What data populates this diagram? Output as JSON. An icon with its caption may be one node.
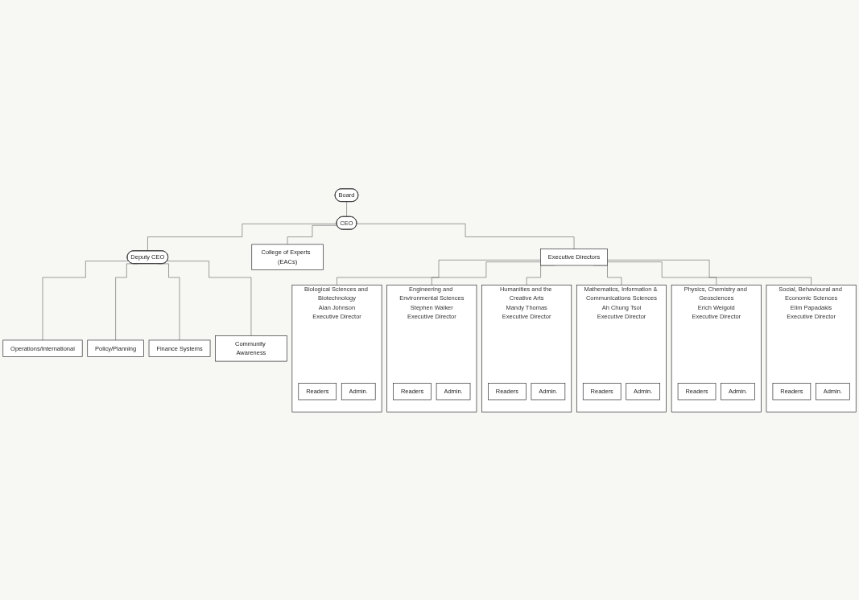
{
  "diagram": {
    "nodes": [
      {
        "text": [
          "Board"
        ]
      },
      {
        "text": [
          "CEO"
        ]
      },
      {
        "text": [
          "Deputy CEO"
        ]
      },
      {
        "text": [
          "Operations/International"
        ]
      },
      {
        "text": [
          "Policy/Planning"
        ]
      },
      {
        "text": [
          "Finance Systems"
        ]
      },
      {
        "text": [
          "Community Awareness"
        ]
      },
      {
        "text": [
          "College of Experts  (EACs)"
        ]
      },
      {
        "text": [
          "Executive Directors"
        ]
      },
      {
        "text": [
          "Biological Sciences and Biotechnology",
          "Alan Johnson",
          "Executive Director"
        ]
      },
      {
        "text": [
          "Readers"
        ],
        "in": 9
      },
      {
        "text": [
          "Admin."
        ],
        "in": 9
      },
      {
        "text": [
          "Engineering and Environmental Sciences",
          "Stephen Walker",
          "Executive Director"
        ]
      },
      {
        "text": [
          "Readers"
        ],
        "in": 12
      },
      {
        "text": [
          "Admin."
        ],
        "in": 12
      },
      {
        "text": [
          "Humanities and the Creative Arts",
          "Mandy Thomas",
          "Executive Director"
        ]
      },
      {
        "text": [
          "Readers"
        ],
        "in": 15
      },
      {
        "text": [
          "Admin."
        ],
        "in": 15
      },
      {
        "text": [
          "Mathematics, Information & Communications Sciences",
          "Ah Chung Tsoi",
          "Executive Director"
        ]
      },
      {
        "text": [
          "Readers"
        ],
        "in": 18
      },
      {
        "text": [
          "Admin."
        ],
        "in": 18
      },
      {
        "text": [
          "Physics, Chemistry and Geosciences",
          "Erich Weigold",
          "Executive Director"
        ]
      },
      {
        "text": [
          "Readers"
        ],
        "in": 21
      },
      {
        "text": [
          "Admin."
        ],
        "in": 21
      },
      {
        "text": [
          "Social, Behavioural and Economic Sciences",
          "Elim Papadakis",
          "Executive Director"
        ]
      },
      {
        "text": [
          "Readers"
        ],
        "in": 24
      },
      {
        "text": [
          "Admin."
        ],
        "in": 24
      }
    ],
    "edges": [
      {
        "from": 0,
        "to": 1,
        "arrow": "none"
      },
      {
        "from": 1,
        "to": 2,
        "arrow": "none"
      },
      {
        "from": 2,
        "to": 3,
        "arrow": "none"
      },
      {
        "from": 2,
        "to": 4,
        "arrow": "none"
      },
      {
        "from": 2,
        "to": 5,
        "arrow": "none"
      },
      {
        "from": 2,
        "to": 6,
        "arrow": "none"
      },
      {
        "from": 1,
        "to": 7,
        "arrow": "none"
      },
      {
        "from": 1,
        "to": 8,
        "arrow": "none"
      },
      {
        "from": 8,
        "to": 9,
        "arrow": "none"
      },
      {
        "from": 8,
        "to": 12,
        "arrow": "none"
      },
      {
        "from": 8,
        "to": 15,
        "arrow": "none"
      },
      {
        "from": 8,
        "to": 18,
        "arrow": "none"
      },
      {
        "from": 8,
        "to": 21,
        "arrow": "none"
      },
      {
        "from": 8,
        "to": 24,
        "arrow": "none"
      }
    ]
  }
}
